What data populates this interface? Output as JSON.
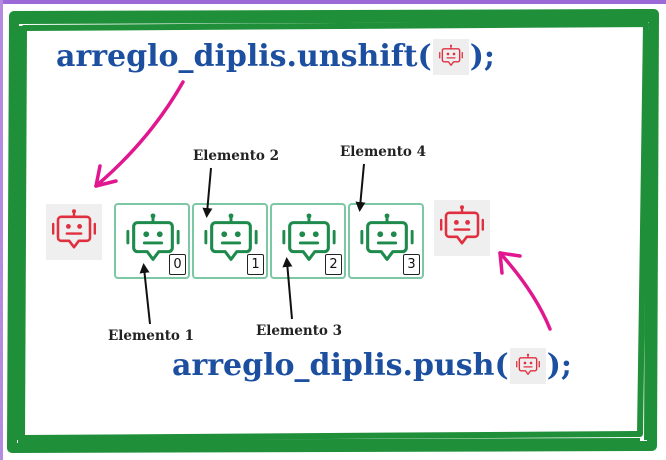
{
  "code_lines": {
    "unshift_prefix": "arreglo_diplis.unshift(",
    "unshift_suffix": ");",
    "push_prefix": "arreglo_diplis.push(",
    "push_suffix": ");"
  },
  "array": {
    "cells": [
      {
        "index": "0"
      },
      {
        "index": "1"
      },
      {
        "index": "2"
      },
      {
        "index": "3"
      }
    ]
  },
  "labels": {
    "elemento_1": "Elemento 1",
    "elemento_2": "Elemento 2",
    "elemento_3": "Elemento 3",
    "elemento_4": "Elemento 4"
  },
  "icons": {
    "array_item": "robot-icon",
    "added_item": "robot-icon"
  },
  "colors": {
    "frame": "#1f8f3a",
    "code_text": "#1c4fa0",
    "arrow_magenta": "#e0178f",
    "robot_green": "#1e8a4c",
    "robot_red": "#e03040",
    "cell_border": "#7cc8a4"
  }
}
